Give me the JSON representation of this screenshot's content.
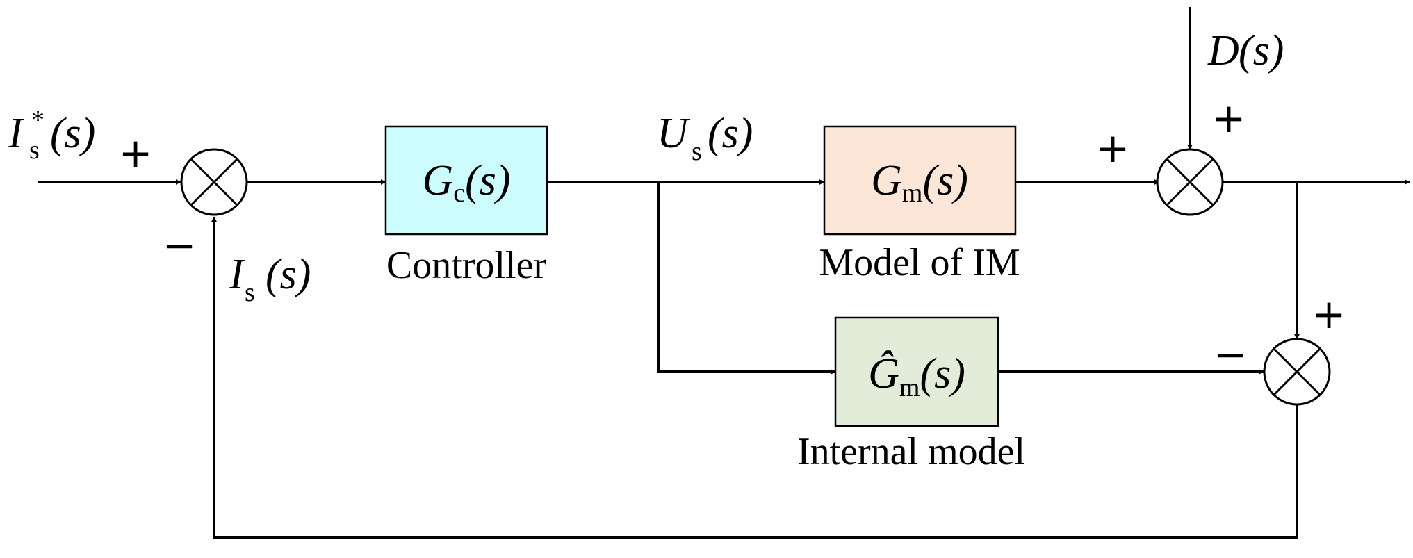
{
  "colors": {
    "controller_fill": "#ccfcfd",
    "plant_fill": "#fbe6d7",
    "internal_model_fill": "#e3ecd9",
    "line": "#000000"
  },
  "signals": {
    "reference": {
      "main": "I",
      "sup": "*",
      "sub": "s",
      "arg": "(s)"
    },
    "feedback": {
      "main": "I",
      "sub": "s",
      "arg": "(s)"
    },
    "control": {
      "main": "U",
      "sub": "s",
      "arg": "(s)"
    },
    "disturbance": {
      "main": "D",
      "arg": "(s)"
    }
  },
  "blocks": {
    "controller": {
      "main": "G",
      "sub": "c",
      "arg": "(s)",
      "caption": "Controller"
    },
    "plant": {
      "main": "G",
      "sub": "m",
      "arg": "(s)",
      "caption": "Model of IM"
    },
    "internal_model": {
      "main": "Ĝ",
      "sub": "m",
      "arg": "(s)",
      "caption": "Internal model"
    }
  },
  "signs": {
    "sum1_reference": "+",
    "sum1_feedback": "−",
    "sum2_plant": "+",
    "sum2_disturbance": "+",
    "sum3_output": "+",
    "sum3_model": "−"
  }
}
